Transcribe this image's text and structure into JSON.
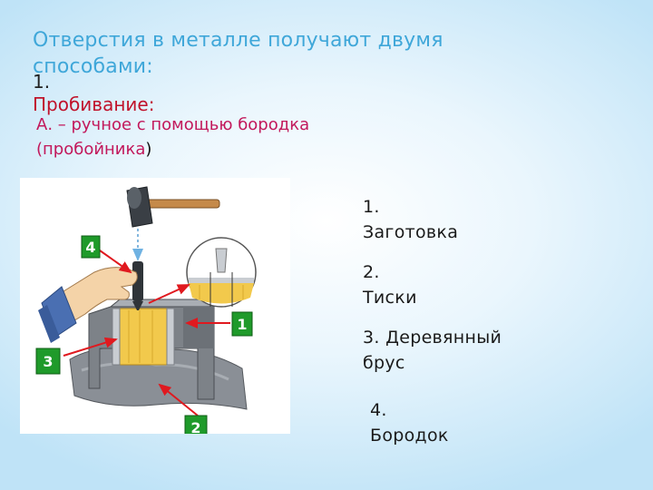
{
  "title": "Отверстия в металле получают  двумя способами:",
  "method1": {
    "num": "1.",
    "label": "Пробивание:"
  },
  "method1a": {
    "text": "А. – ручное с помощью бородка (пробойника",
    "close": ")"
  },
  "figure": {
    "badges": [
      {
        "num": "4"
      },
      {
        "num": "1"
      },
      {
        "num": "3"
      },
      {
        "num": "2"
      }
    ]
  },
  "legend": [
    {
      "num": "1.",
      "label": "Заготовка"
    },
    {
      "num": "2.",
      "label": "Тиски"
    },
    {
      "num": "3.",
      "label": "Деревянный брус"
    },
    {
      "num": "4.",
      "label": "Бородок"
    }
  ],
  "colors": {
    "title": "#3fa7d9",
    "red": "#c0122b",
    "magenta": "#c2185b",
    "badge_green": "#1f9a2a",
    "arrow_red": "#e0191f"
  }
}
